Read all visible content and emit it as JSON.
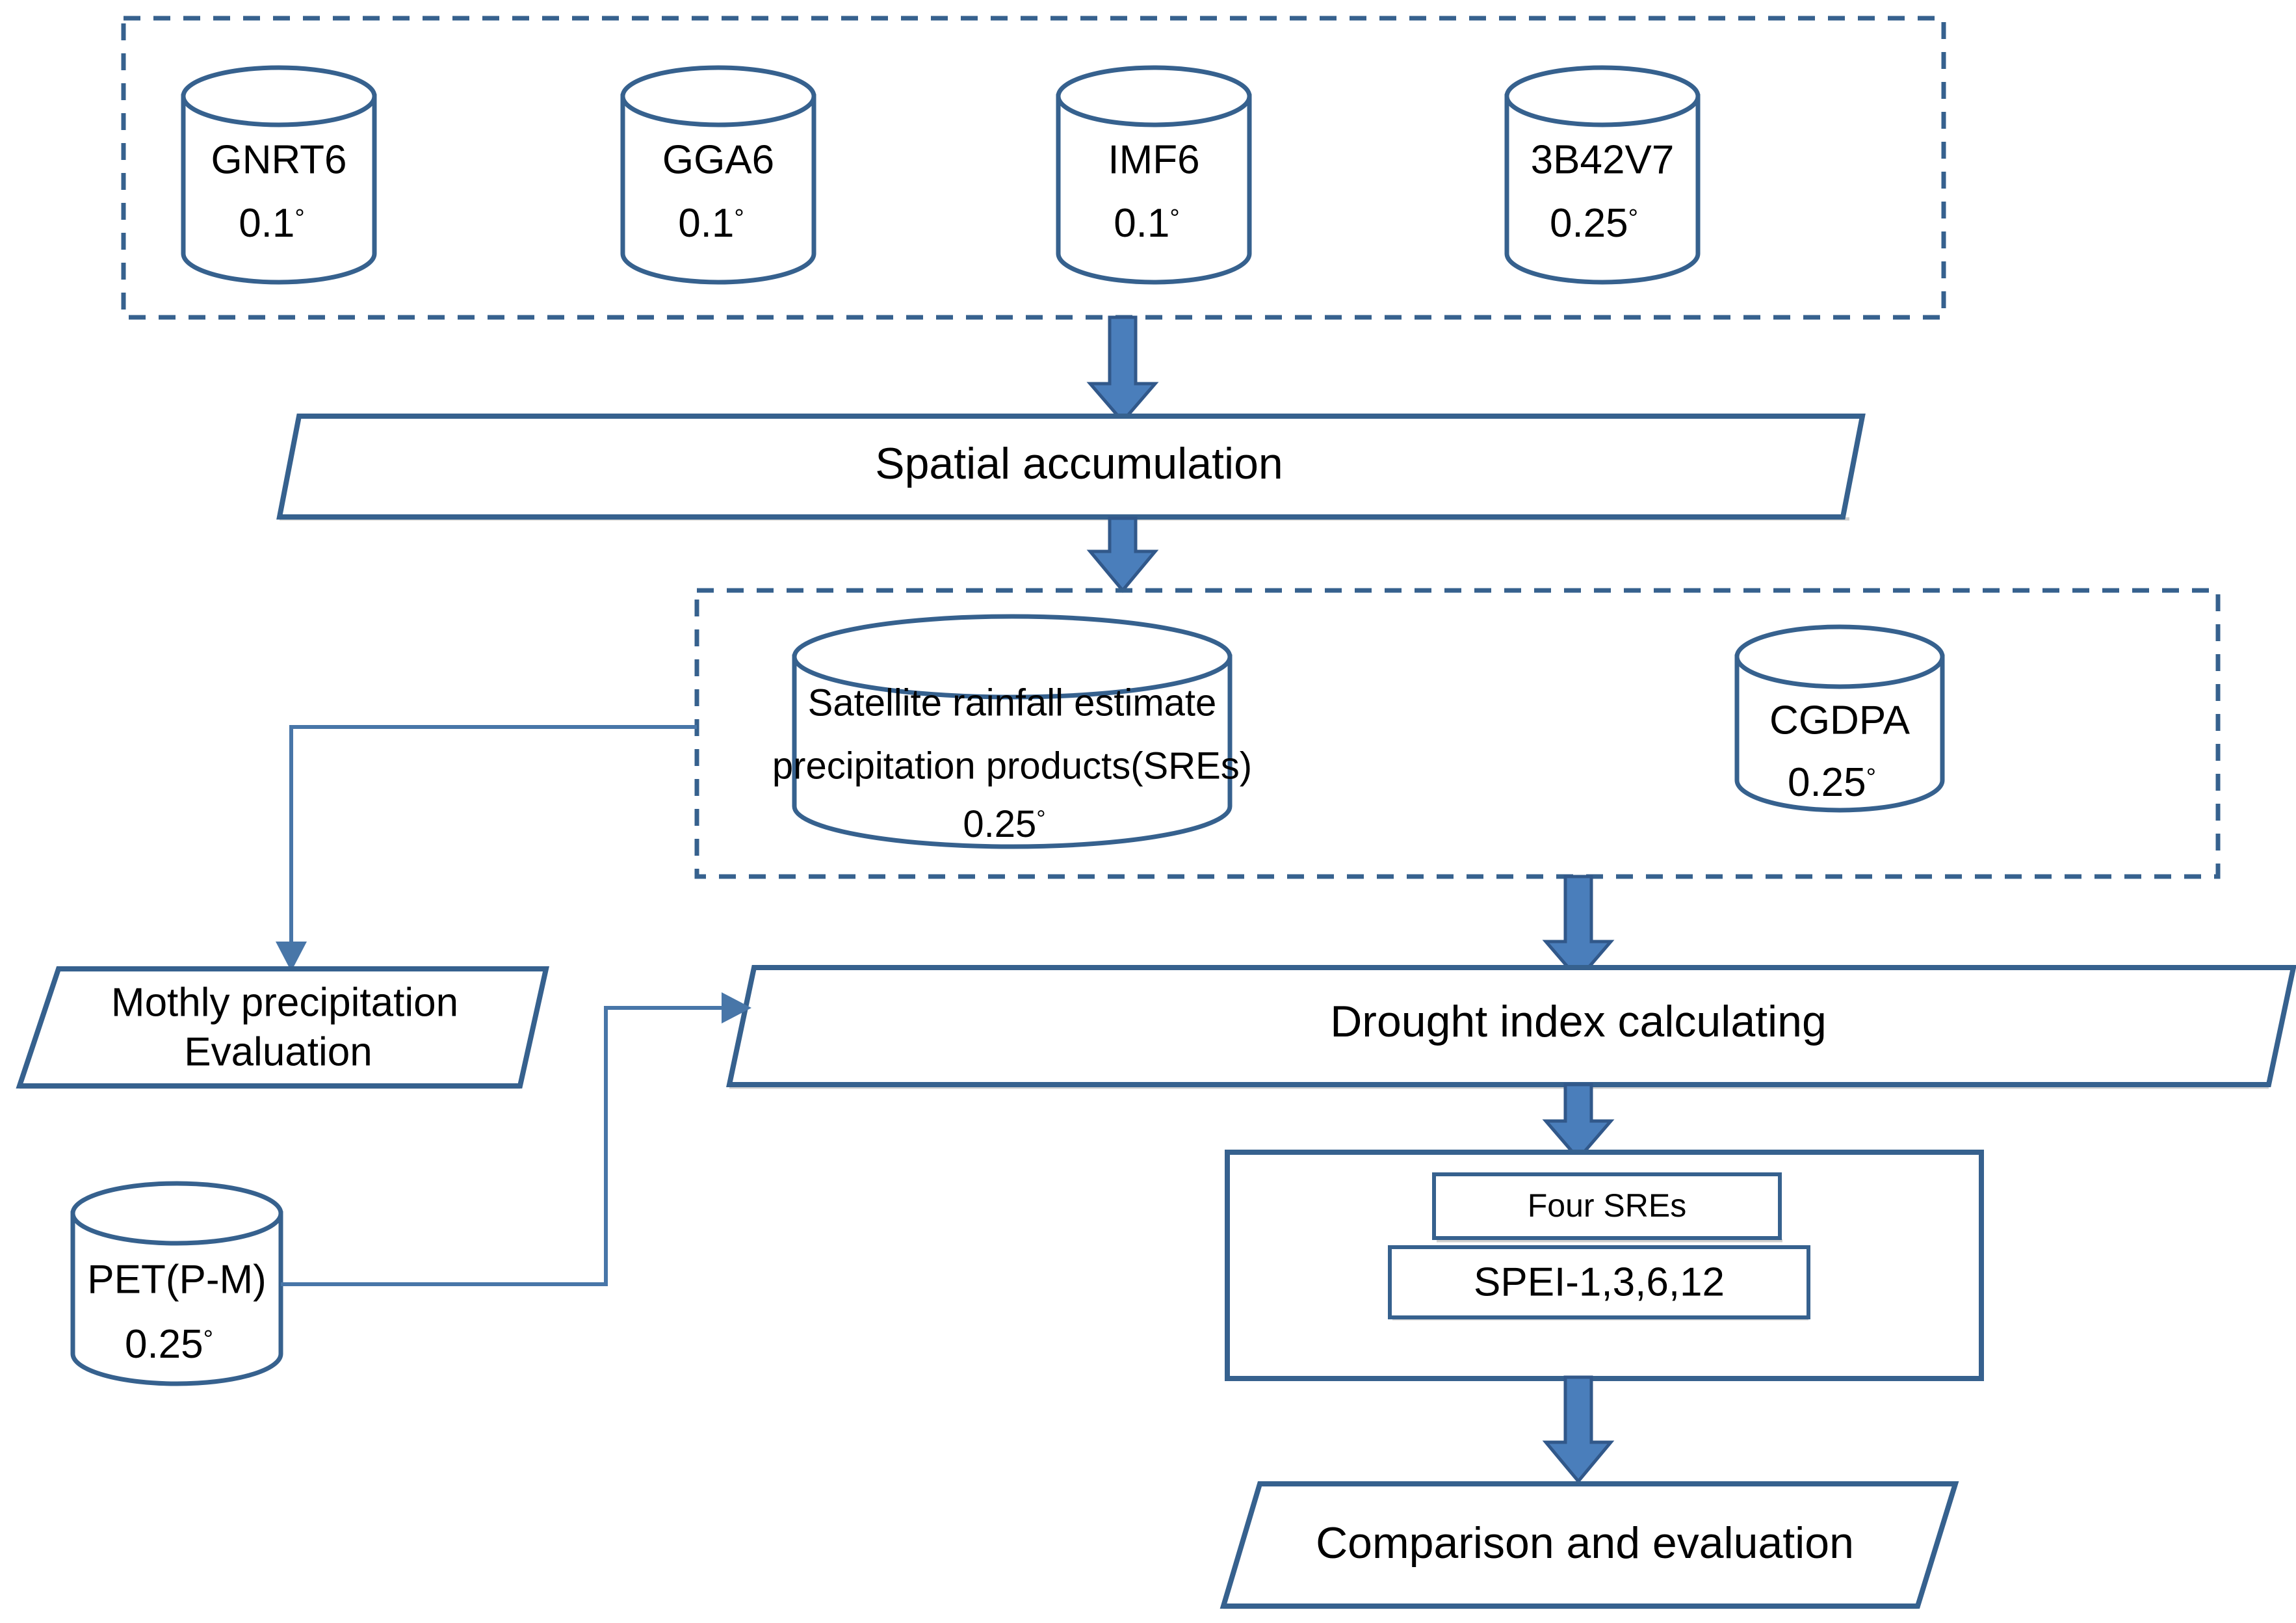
{
  "diagram": {
    "title": "Satellite rainfall estimate drought index workflow",
    "colors": {
      "outline": "#36618e",
      "arrow_fill": "#4a7ebb",
      "arrow_stroke": "#31588a",
      "thin_connector": "#4876a8",
      "background": "#ffffff",
      "text": "#000000"
    }
  },
  "groups": {
    "input_products": {
      "name": "input-products-group",
      "style": "dashed-box"
    },
    "resampled_products": {
      "name": "resampled-products-group",
      "style": "dashed-box"
    }
  },
  "nodes": {
    "gnrt6": {
      "label": "GNRT6",
      "resolution": "0.1",
      "unit": "°",
      "shape": "cylinder"
    },
    "gga6": {
      "label": "GGA6",
      "resolution": "0.1",
      "unit": "°",
      "shape": "cylinder"
    },
    "imf6": {
      "label": "IMF6",
      "resolution": "0.1",
      "unit": "°",
      "shape": "cylinder"
    },
    "b3b42v7": {
      "label": "3B42V7",
      "resolution": "0.25",
      "unit": "°",
      "shape": "cylinder"
    },
    "spatial_accumulation": {
      "label": "Spatial accumulation",
      "shape": "parallelogram"
    },
    "sres": {
      "line1": "Satellite rainfall estimate",
      "line2": "precipitation products(SREs)",
      "resolution": "0.25",
      "unit": "°",
      "shape": "cylinder"
    },
    "cgdpa": {
      "label": "CGDPA",
      "resolution": "0.25",
      "unit": "°",
      "shape": "cylinder"
    },
    "monthly_precip_eval": {
      "line1": "Mothly precipitation",
      "line2": "Evaluation",
      "shape": "parallelogram"
    },
    "pet": {
      "label": "PET(P-M)",
      "resolution": "0.25",
      "unit": "°",
      "shape": "cylinder"
    },
    "drought_index": {
      "label": "Drought index calculating",
      "shape": "parallelogram"
    },
    "four_sres": {
      "label": "Four SREs",
      "shape": "rectangle"
    },
    "spei": {
      "label": "SPEI-1,3,6,12",
      "shape": "rectangle"
    },
    "comparison": {
      "label": "Comparison and evaluation",
      "shape": "parallelogram"
    }
  },
  "edges": [
    {
      "name": "edge-inputs-to-spatial",
      "from": "input_products",
      "to": "spatial_accumulation",
      "style": "thick-arrow-down"
    },
    {
      "name": "edge-spatial-to-sres",
      "from": "spatial_accumulation",
      "to": "sres",
      "style": "thick-arrow-down"
    },
    {
      "name": "edge-sres-to-drought",
      "from": "resampled_products",
      "to": "drought_index",
      "style": "thick-arrow-down"
    },
    {
      "name": "edge-sres-to-monthly-eval",
      "from": "sres",
      "to": "monthly_precip_eval",
      "style": "thin-elbow-arrow"
    },
    {
      "name": "edge-pet-to-drought",
      "from": "pet",
      "to": "drought_index",
      "style": "thin-elbow-arrow"
    },
    {
      "name": "edge-drought-to-spei-box",
      "from": "drought_index",
      "to": "spei_box",
      "style": "thick-arrow-down"
    },
    {
      "name": "edge-spei-box-to-comparison",
      "from": "spei_box",
      "to": "comparison",
      "style": "thick-arrow-down"
    }
  ]
}
